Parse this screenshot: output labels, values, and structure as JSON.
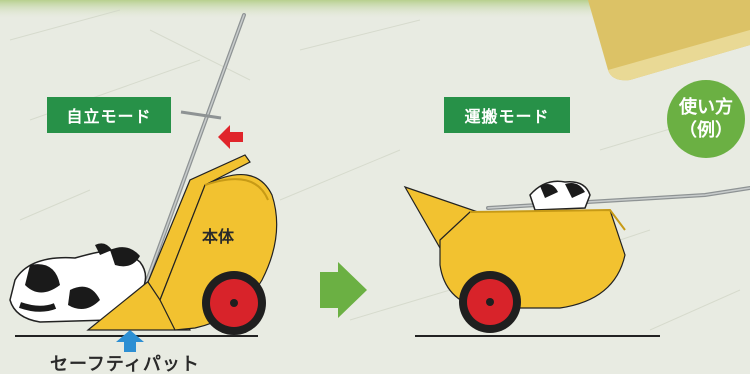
{
  "labels": {
    "mode_standalone": "自立モード",
    "mode_transport": "運搬モード",
    "main_body": "本体",
    "safety_pad": "セーフティパット",
    "usage_line1": "使い方",
    "usage_line2": "（例）"
  },
  "icons": [
    "red-arrow-icon",
    "blue-arrow-icon",
    "green-arrow-icon"
  ],
  "colors": {
    "label_bg": "#279148",
    "badge_bg": "#6bb043",
    "cart_yellow": "#f2c230",
    "wheel_red": "#d8232a",
    "arrow_red": "#e0252b",
    "arrow_blue": "#2d8fd3",
    "arrow_green": "#6bb043"
  }
}
